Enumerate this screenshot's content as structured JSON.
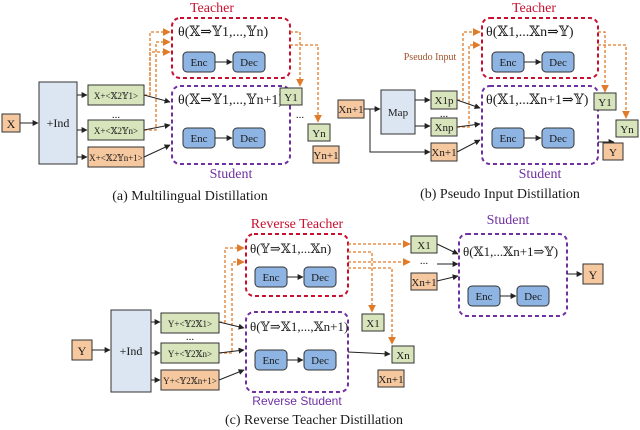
{
  "colors": {
    "teacher_red": "#c8102e",
    "student_purple": "#7030a0",
    "arrow_orange": "#e07b2a",
    "box_orange": "#f6c89f",
    "box_green": "#d7e4bc",
    "box_blue": "#dce6f2",
    "module_blue": "#8eb4e3"
  },
  "panel_a": {
    "caption": "(a) Multilingual Distillation",
    "teacher_title": "Teacher",
    "student_label": "Student",
    "teacher_theta": "θ(𝕏⇒𝕐1,...,𝕐n)",
    "student_theta": "θ(𝕏⇒𝕐1,...,𝕐n+1)",
    "enc": "Enc",
    "dec": "Dec",
    "input": "X",
    "ind": "+Ind",
    "tagged": [
      "X+<𝕏2𝕐1>",
      "X+<𝕏2𝕐n>",
      "X+<𝕏2𝕐n+1>"
    ],
    "dots": "...",
    "outputs": [
      "Y1",
      "Yn",
      "Yn+1"
    ]
  },
  "panel_b": {
    "caption": "(b) Pseudo Input Distillation",
    "teacher_title": "Teacher",
    "student_label": "Student",
    "pseudo_label": "Pseudo Input",
    "teacher_theta": "θ(𝕏1,...𝕏n⇒𝕐)",
    "student_theta": "θ(𝕏1,...𝕏n+1⇒𝕐)",
    "enc": "Enc",
    "dec": "Dec",
    "input": "Xn+1",
    "map": "Map",
    "pseudo": [
      "X1p",
      "Xnp"
    ],
    "bottom_input": "Xn+1",
    "dots": "...",
    "outputs": [
      "Y1",
      "Yn",
      "Y"
    ]
  },
  "panel_c": {
    "caption": "(c) Reverse Teacher Distillation",
    "teacher_title": "Reverse Teacher",
    "reverse_student": "Reverse Student",
    "student_title": "Student",
    "teacher_theta": "θ(𝕐⇒𝕏1,...𝕏n)",
    "rev_student_theta": "θ(𝕐⇒𝕏1,...,𝕏n+1)",
    "student_theta": "θ(𝕏1,...𝕏n+1⇒𝕐)",
    "enc": "Enc",
    "dec": "Dec",
    "input": "Y",
    "ind": "+Ind",
    "tagged": [
      "Y+<𝕐2𝕏1>",
      "Y+<𝕐2𝕏n>",
      "Y+<𝕐2𝕏n+1>"
    ],
    "dots": "...",
    "outputs": [
      "X1",
      "Xn",
      "Xn+1"
    ],
    "student_inputs": [
      "X1",
      "Xn+1"
    ],
    "student_output": "Y"
  }
}
